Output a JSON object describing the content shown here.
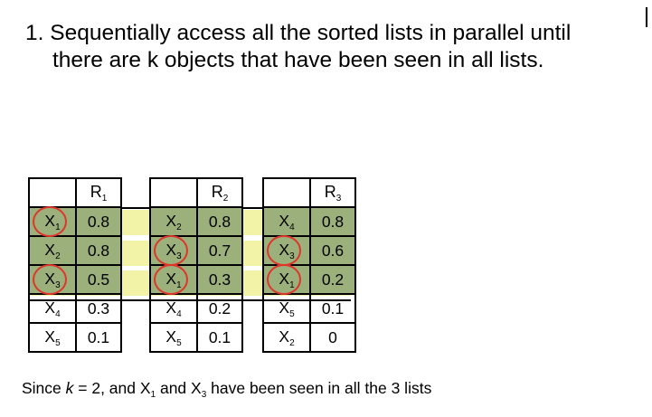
{
  "heading": {
    "line1": "1. Sequentially access all the sorted lists in parallel until",
    "line2": "there are k objects that have been seen in all lists."
  },
  "lists": [
    {
      "header_base": "R",
      "header_sub": "1",
      "rows": [
        {
          "obj": "X",
          "sub": "1",
          "score": "0.8",
          "circled": true
        },
        {
          "obj": "X",
          "sub": "2",
          "score": "0.8",
          "circled": false
        },
        {
          "obj": "X",
          "sub": "3",
          "score": "0.5",
          "circled": true
        },
        {
          "obj": "X",
          "sub": "4",
          "score": "0.3",
          "circled": false
        },
        {
          "obj": "X",
          "sub": "5",
          "score": "0.1",
          "circled": false
        }
      ]
    },
    {
      "header_base": "R",
      "header_sub": "2",
      "rows": [
        {
          "obj": "X",
          "sub": "2",
          "score": "0.8",
          "circled": false
        },
        {
          "obj": "X",
          "sub": "3",
          "score": "0.7",
          "circled": true
        },
        {
          "obj": "X",
          "sub": "1",
          "score": "0.3",
          "circled": true
        },
        {
          "obj": "X",
          "sub": "4",
          "score": "0.2",
          "circled": false
        },
        {
          "obj": "X",
          "sub": "5",
          "score": "0.1",
          "circled": false
        }
      ]
    },
    {
      "header_base": "R",
      "header_sub": "3",
      "rows": [
        {
          "obj": "X",
          "sub": "4",
          "score": "0.8",
          "circled": false
        },
        {
          "obj": "X",
          "sub": "3",
          "score": "0.6",
          "circled": true
        },
        {
          "obj": "X",
          "sub": "1",
          "score": "0.2",
          "circled": true
        },
        {
          "obj": "X",
          "sub": "5",
          "score": "0.1",
          "circled": false
        },
        {
          "obj": "X",
          "sub": "2",
          "score": "0",
          "circled": false
        }
      ]
    }
  ],
  "note": {
    "p1": "Since ",
    "k": "k",
    "p2": " = 2, and X",
    "s1": "1",
    "p3": " and X",
    "s2": "3",
    "p4": " have been seen in all the 3 lists"
  },
  "colors": {
    "seen_fill": "#9bb07a",
    "band": "#f3f3a8",
    "circle": "#e0352b"
  }
}
